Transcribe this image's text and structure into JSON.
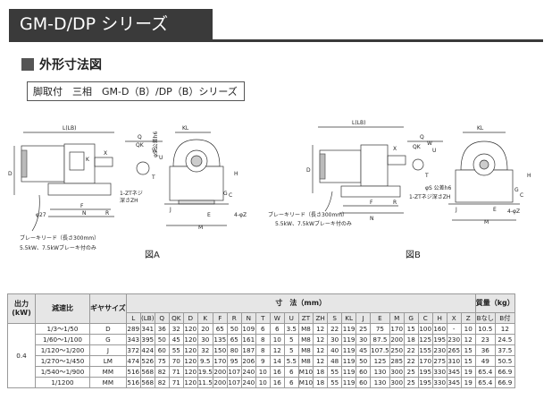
{
  "header": {
    "title": "GM-D/DP シリーズ"
  },
  "section": {
    "title": "外形寸法図"
  },
  "subtitle": "脚取付　三相　GM-D（B）/DP（B）シリーズ",
  "figA": {
    "caption": "図A",
    "labels": {
      "l_lb": "L(LB)",
      "kl": "KL",
      "d": "D",
      "k": "K",
      "x": "X",
      "phi27": "φ27",
      "f": "F",
      "n": "N",
      "r": "R",
      "brake_lead": "ブレーキリード（長さ300mm）",
      "brake_note": "5.5kW、7.5kWブレーキ付のみ",
      "q": "Q",
      "qk": "QK",
      "w": "W",
      "u": "U",
      "t": "T",
      "phis": "φS 公差h6",
      "tap": "1-ZTネジ",
      "tap_depth": "深さZH",
      "h": "H",
      "g": "G",
      "c": "C",
      "m": "M",
      "j": "J",
      "e": "E",
      "hole": "4-φZ"
    }
  },
  "figB": {
    "caption": "図B",
    "labels": {
      "l_lb": "L(LB)",
      "kl": "KL",
      "d": "D",
      "x": "X",
      "f": "F",
      "n": "N",
      "r": "R",
      "brake_lead": "ブレーキリード（長さ300mm）",
      "brake_note": "5.5kW、7.5kWブレーキ付のみ",
      "q": "Q",
      "qk": "QK",
      "w": "W",
      "u": "U",
      "t": "T",
      "phis": "φS 公差h6",
      "tap": "1-ZTネジ深さZH",
      "h": "H",
      "g": "G",
      "c": "C",
      "m": "M",
      "j": "J",
      "e": "E",
      "hole": "4-φZ"
    }
  },
  "table": {
    "h_output": "出力",
    "h_output_unit": "(kW)",
    "h_ratio": "減速比",
    "h_gear": "ギヤサイズ",
    "h_dim": "寸　法（mm）",
    "h_mass": "質量（kg）",
    "dim_cols": [
      "L",
      "(LB)",
      "Q",
      "QK",
      "D",
      "K",
      "F",
      "R",
      "N",
      "T",
      "W",
      "U",
      "ZT",
      "ZH",
      "S",
      "KL",
      "J",
      "E",
      "M",
      "G",
      "C",
      "H",
      "X"
    ],
    "mass_cols": [
      "Bなし",
      "B付"
    ],
    "output": "0.4",
    "rows": [
      {
        "ratio": "1/3～1/50",
        "gear": "D",
        "vals": [
          "289",
          "341",
          "36",
          "32",
          "120",
          "20",
          "65",
          "50",
          "109",
          "6",
          "6",
          "3.5",
          "M8",
          "12",
          "22",
          "119",
          "25",
          "75",
          "170",
          "15",
          "100",
          "160",
          "-",
          "10",
          "10.5",
          "12"
        ]
      },
      {
        "ratio": "1/60～1/100",
        "gear": "G",
        "vals": [
          "343",
          "395",
          "50",
          "45",
          "120",
          "30",
          "135",
          "65",
          "161",
          "8",
          "10",
          "5",
          "M8",
          "12",
          "30",
          "119",
          "30",
          "87.5",
          "200",
          "18",
          "125",
          "195",
          "230",
          "12",
          "23",
          "24.5"
        ]
      },
      {
        "ratio": "1/120～1/200",
        "gear": "J",
        "vals": [
          "372",
          "424",
          "60",
          "55",
          "120",
          "32",
          "150",
          "80",
          "187",
          "8",
          "12",
          "5",
          "M8",
          "12",
          "40",
          "119",
          "45",
          "107.5",
          "250",
          "22",
          "155",
          "230",
          "265",
          "15",
          "36",
          "37.5"
        ]
      },
      {
        "ratio": "1/270～1/450",
        "gear": "LM",
        "vals": [
          "474",
          "526",
          "75",
          "70",
          "120",
          "9.5",
          "170",
          "95",
          "206",
          "9",
          "14",
          "5.5",
          "M8",
          "12",
          "48",
          "119",
          "50",
          "125",
          "285",
          "22",
          "170",
          "275",
          "310",
          "15",
          "49",
          "50.5"
        ]
      },
      {
        "ratio": "1/540～1/900",
        "gear": "MM",
        "vals": [
          "516",
          "568",
          "82",
          "71",
          "120",
          "19.5",
          "200",
          "107",
          "240",
          "10",
          "16",
          "6",
          "M10",
          "18",
          "55",
          "119",
          "60",
          "130",
          "300",
          "25",
          "195",
          "330",
          "345",
          "19",
          "65.4",
          "66.9"
        ]
      },
      {
        "ratio": "1/1200",
        "gear": "MM",
        "vals": [
          "516",
          "568",
          "82",
          "71",
          "120",
          "11.5",
          "200",
          "107",
          "240",
          "10",
          "16",
          "6",
          "M10",
          "18",
          "55",
          "119",
          "60",
          "130",
          "300",
          "25",
          "195",
          "330",
          "345",
          "19",
          "65.4",
          "66.9"
        ]
      }
    ]
  }
}
